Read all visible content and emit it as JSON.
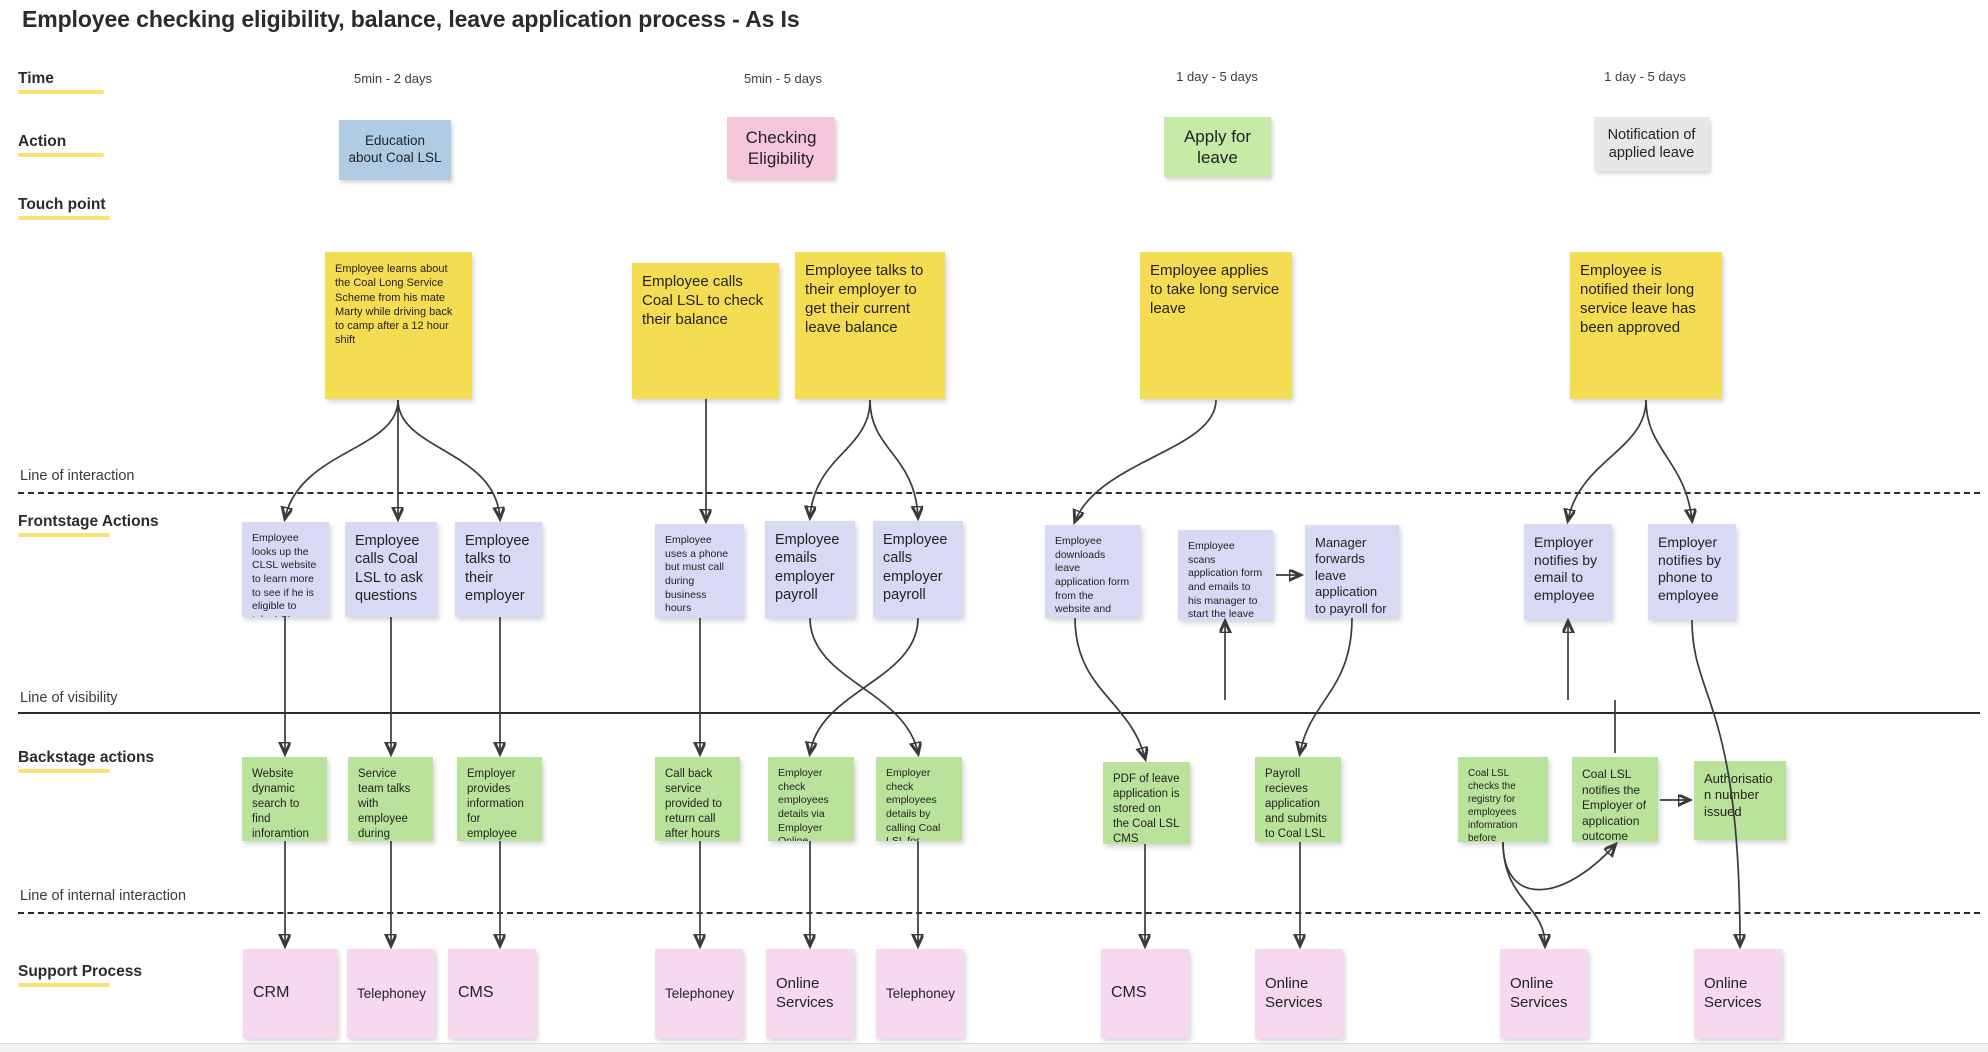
{
  "page": {
    "title": "Employee checking eligibility, balance, leave application process - As Is"
  },
  "row_labels": {
    "time": "Time",
    "action": "Action",
    "touch_point": "Touch point",
    "frontstage": "Frontstage Actions",
    "backstage": "Backstage actions",
    "support": "Support Process"
  },
  "separator_labels": {
    "interaction": "Line of interaction",
    "visibility": "Line of visibility",
    "internal_interaction": "Line of internal interaction"
  },
  "colors": {
    "touch_point": "#f5dd53",
    "frontstage": "#d7d9f5",
    "backstage": "#b9e39a",
    "support": "#f6d9f0",
    "action_education": "#aecde4",
    "action_eligibility": "#f6c6da",
    "action_apply": "#c5eba6",
    "action_notification": "#e7e7e7",
    "highlight": "#f7e06a",
    "line": "#2b2b2b"
  },
  "columns": [
    {
      "id": "education",
      "time": "5min - 2 days",
      "action": "Education about Coal LSL",
      "action_color": "#aecde4"
    },
    {
      "id": "checking-eligibility",
      "time": "5min - 5 days",
      "action": "Checking Eligibility",
      "action_color": "#f6c6da"
    },
    {
      "id": "apply-for-leave",
      "time": "1 day - 5 days",
      "action": "Apply for leave",
      "action_color": "#c5eba6"
    },
    {
      "id": "notification",
      "time": "1 day - 5 days",
      "action": "Notification of applied leave",
      "action_color": "#e7e7e7"
    }
  ],
  "touch_points": [
    {
      "id": "tp1",
      "text": "Employee learns about the Coal Long Service Scheme from his mate Marty while driving back to camp after a 12 hour shift"
    },
    {
      "id": "tp2",
      "text": "Employee calls Coal LSL to check their balance"
    },
    {
      "id": "tp3",
      "text": "Employee talks to their employer to get their current leave balance"
    },
    {
      "id": "tp4",
      "text": "Employee applies to take long service leave"
    },
    {
      "id": "tp5",
      "text": "Employee is notified their long service leave has been approved"
    }
  ],
  "frontstage_actions": [
    {
      "id": "fs1",
      "text": "Employee looks up the CLSL website to learn more to see if he is eligible to take LSL"
    },
    {
      "id": "fs2",
      "text": "Employee calls Coal LSL to ask questions"
    },
    {
      "id": "fs3",
      "text": "Employee talks to their employer"
    },
    {
      "id": "fs4",
      "text": "Employee uses a phone but must call during business hours"
    },
    {
      "id": "fs5",
      "text": "Employee emails employer payroll"
    },
    {
      "id": "fs6",
      "text": "Employee calls employer payroll"
    },
    {
      "id": "fs7",
      "text": "Employee downloads leave application form from the website and prints it out"
    },
    {
      "id": "fs8",
      "text": "Employee scans application form and emails to his manager to start the leave application process"
    },
    {
      "id": "fs9",
      "text": "Manager forwards leave application to payroll for processing"
    },
    {
      "id": "fs10",
      "text": "Employer notifies by email to employee"
    },
    {
      "id": "fs11",
      "text": "Employer notifies by phone to employee"
    }
  ],
  "backstage_actions": [
    {
      "id": "bs1",
      "text": "Website dynamic search to find inforamtion"
    },
    {
      "id": "bs2",
      "text": "Service team talks with employee during business hours"
    },
    {
      "id": "bs3",
      "text": "Employer provides information for employee"
    },
    {
      "id": "bs4",
      "text": "Call back service provided to return call after hours"
    },
    {
      "id": "bs5",
      "text": "Employer check employees details via Employer Online Services"
    },
    {
      "id": "bs6",
      "text": "Employer check employees details by calling Coal LSL for details"
    },
    {
      "id": "bs7",
      "text": "PDF of leave application is stored on the Coal LSL CMS"
    },
    {
      "id": "bs8",
      "text": "Payroll recieves application and submits to Coal LSL for authorisation"
    },
    {
      "id": "bs9",
      "text": "Coal LSL checks the registry for employees infomration before authorising the leave application"
    },
    {
      "id": "bs10",
      "text": "Coal LSL notifies the Employer of application outcome"
    },
    {
      "id": "bs11",
      "text": "Authorisation number issued"
    }
  ],
  "support_processes": [
    {
      "id": "sp1",
      "text": "CRM"
    },
    {
      "id": "sp2",
      "text": "Telephoney"
    },
    {
      "id": "sp3",
      "text": "CMS"
    },
    {
      "id": "sp4",
      "text": "Telephoney"
    },
    {
      "id": "sp5",
      "text": "Online Services"
    },
    {
      "id": "sp6",
      "text": "Telephoney"
    },
    {
      "id": "sp7",
      "text": "CMS"
    },
    {
      "id": "sp8",
      "text": "Online Services"
    },
    {
      "id": "sp9",
      "text": "Online Services"
    },
    {
      "id": "sp10",
      "text": "Online Services"
    }
  ]
}
